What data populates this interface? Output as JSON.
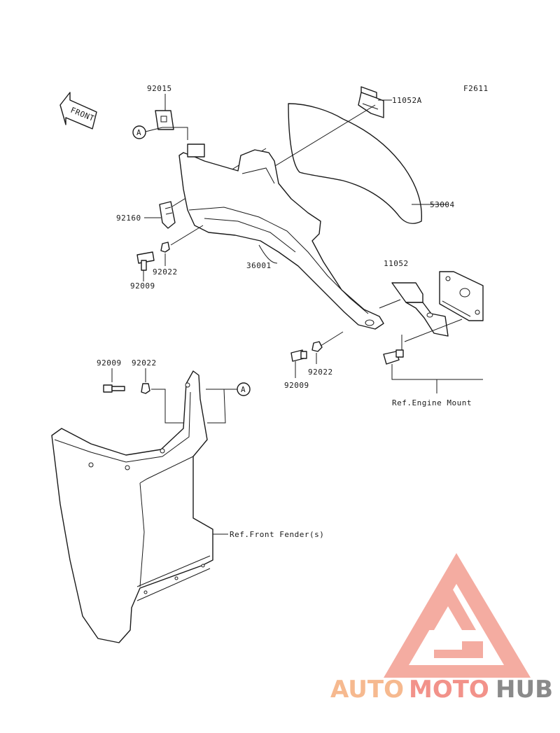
{
  "diagram_id": "F2611",
  "front_arrow_label": "FRONT",
  "ref_marker": "A",
  "labels": {
    "p92015": "92015",
    "p11052A": "11052A",
    "p53004": "53004",
    "p92160": "92160",
    "p92022_top": "92022",
    "p92009_top": "92009",
    "p36001": "36001",
    "p11052": "11052",
    "p92009_mid": "92009",
    "p92022_mid": "92022",
    "p92009_low": "92009",
    "p92022_low": "92022",
    "ref_engine_mount": "Ref.Engine Mount",
    "ref_front_fender": "Ref.Front Fender(s)"
  },
  "watermark": {
    "auto": "AUTO",
    "moto": "MOTO",
    "hub": "HUB",
    "color_light": "#f6b98f",
    "color_red": "#f2928a",
    "color_gray": "#8a8a8a"
  }
}
